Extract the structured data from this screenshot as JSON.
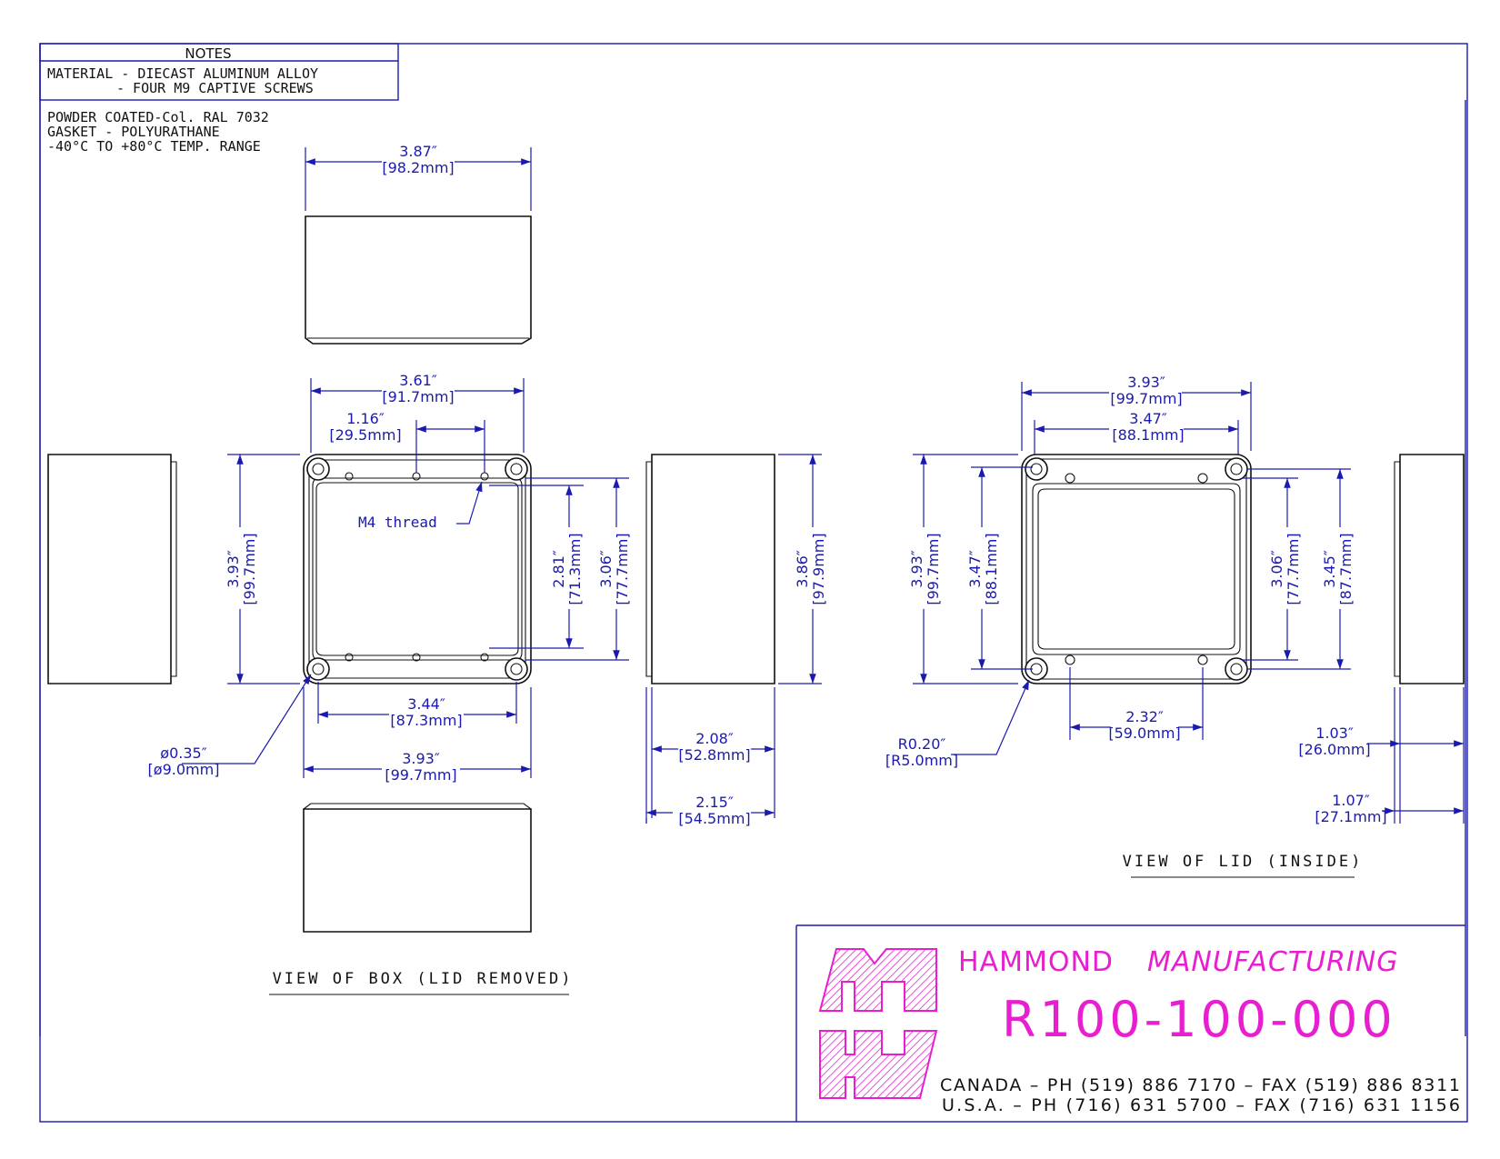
{
  "notes": {
    "header": "NOTES",
    "line1": "MATERIAL  -  DIECAST  ALUMINUM  ALLOY",
    "line2": "-  FOUR  M9  CAPTIVE  SCREWS",
    "line3": "POWDER  COATED-Col.  RAL  7032",
    "line4": "GASKET  -  POLYURATHANE",
    "line5": "-40°C  TO  +80°C  TEMP.  RANGE"
  },
  "box_view": {
    "title": "VIEW  OF  BOX  (LID  REMOVED)",
    "thread_label": "M4  thread",
    "dims": {
      "top_width_in": "3.87″",
      "top_width_mm": "[98.2mm]",
      "inner_width_in": "3.61″",
      "inner_width_mm": "[91.7mm]",
      "hole_spacing_in": "1.16″",
      "hole_spacing_mm": "[29.5mm]",
      "height_in": "3.93″",
      "height_mm": "[99.7mm]",
      "inner_height_in": "2.81″",
      "inner_height_mm": "[71.3mm]",
      "inner_height2_in": "3.06″",
      "inner_height2_mm": "[77.7mm]",
      "bottom_inner_in": "3.44″",
      "bottom_inner_mm": "[87.3mm]",
      "bottom_width_in": "3.93″",
      "bottom_width_mm": "[99.7mm]",
      "hole_dia_in": "ø0.35″",
      "hole_dia_mm": "[ø9.0mm]",
      "side_height_in": "3.86″",
      "side_height_mm": "[97.9mm]",
      "side_depth1_in": "2.08″",
      "side_depth1_mm": "[52.8mm]",
      "side_depth2_in": "2.15″",
      "side_depth2_mm": "[54.5mm]"
    }
  },
  "lid_view": {
    "title": "VIEW  OF  LID  (INSIDE)",
    "dims": {
      "width_in": "3.93″",
      "width_mm": "[99.7mm]",
      "inner_width_in": "3.47″",
      "inner_width_mm": "[88.1mm]",
      "height_in": "3.93″",
      "height_mm": "[99.7mm]",
      "inner_height_in": "3.47″",
      "inner_height_mm": "[88.1mm]",
      "right_h1_in": "3.06″",
      "right_h1_mm": "[77.7mm]",
      "right_h2_in": "3.45″",
      "right_h2_mm": "[87.7mm]",
      "hole_spacing_in": "2.32″",
      "hole_spacing_mm": "[59.0mm]",
      "radius_in": "R0.20″",
      "radius_mm": "[R5.0mm]",
      "depth1_in": "1.03″",
      "depth1_mm": "[26.0mm]",
      "depth2_in": "1.07″",
      "depth2_mm": "[27.1mm]"
    }
  },
  "title_block": {
    "company": "HAMMOND",
    "company2": "MANUFACTURING",
    "part_number": "R100-100-000",
    "canada": "CANADA  –  PH  (519)  886  7170  –  FAX  (519)  886  8311",
    "usa": "U.S.A.  –  PH  (716)  631  5700  –  FAX  (716)  631  1156"
  },
  "colors": {
    "dimension": "#1a1ab0",
    "brand": "#e81fd0",
    "line": "#111111"
  }
}
